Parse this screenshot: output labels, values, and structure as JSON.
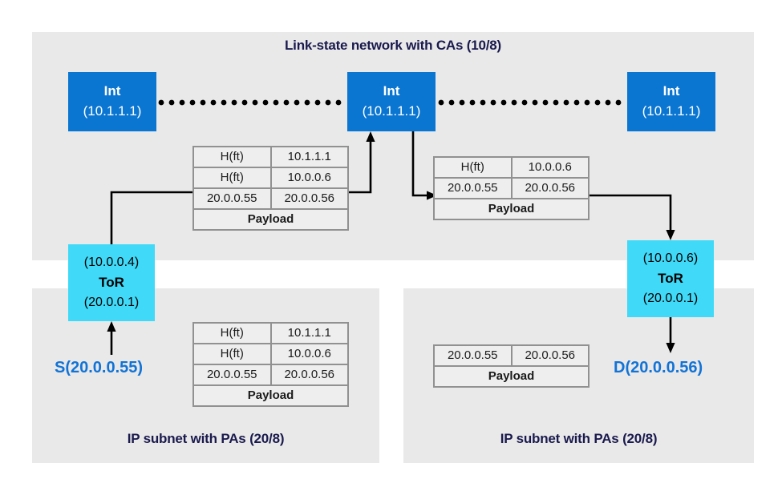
{
  "panels": {
    "top": {
      "title": "Link-state network with CAs (10/8)"
    },
    "bottom_left": {
      "title": "IP subnet with PAs (20/8)"
    },
    "bottom_right": {
      "title": "IP subnet with PAs (20/8)"
    }
  },
  "nodes": {
    "int_left": {
      "label": "Int",
      "address": "(10.1.1.1)"
    },
    "int_mid": {
      "label": "Int",
      "address": "(10.1.1.1)"
    },
    "int_right": {
      "label": "Int",
      "address": "(10.1.1.1)"
    },
    "tor_left": {
      "ca": "(10.0.0.4)",
      "label": "ToR",
      "pa": "(20.0.0.1)"
    },
    "tor_right": {
      "ca": "(10.0.0.6)",
      "label": "ToR",
      "pa": "(20.0.0.1)"
    }
  },
  "endpoints": {
    "source": "S(20.0.0.55)",
    "destination": "D(20.0.0.56)"
  },
  "packets": {
    "a": {
      "rows": [
        {
          "left": "H(ft)",
          "right": "10.1.1.1"
        },
        {
          "left": "H(ft)",
          "right": "10.0.0.6"
        },
        {
          "left": "20.0.0.55",
          "right": "20.0.0.56"
        }
      ],
      "payload": "Payload"
    },
    "b": {
      "rows": [
        {
          "left": "H(ft)",
          "right": "10.0.0.6"
        },
        {
          "left": "20.0.0.55",
          "right": "20.0.0.56"
        }
      ],
      "payload": "Payload"
    },
    "c": {
      "rows": [
        {
          "left": "H(ft)",
          "right": "10.1.1.1"
        },
        {
          "left": "H(ft)",
          "right": "10.0.0.6"
        },
        {
          "left": "20.0.0.55",
          "right": "20.0.0.56"
        }
      ],
      "payload": "Payload"
    },
    "d": {
      "rows": [
        {
          "left": "20.0.0.55",
          "right": "20.0.0.56"
        }
      ],
      "payload": "Payload"
    }
  },
  "colors": {
    "int_node": "#0A76D2",
    "tor_node": "#40D9F7",
    "panel": "#e9e9e9",
    "title_text": "#1a1a4e",
    "endpoint_text": "#1273D6",
    "table_border": "#919191"
  }
}
